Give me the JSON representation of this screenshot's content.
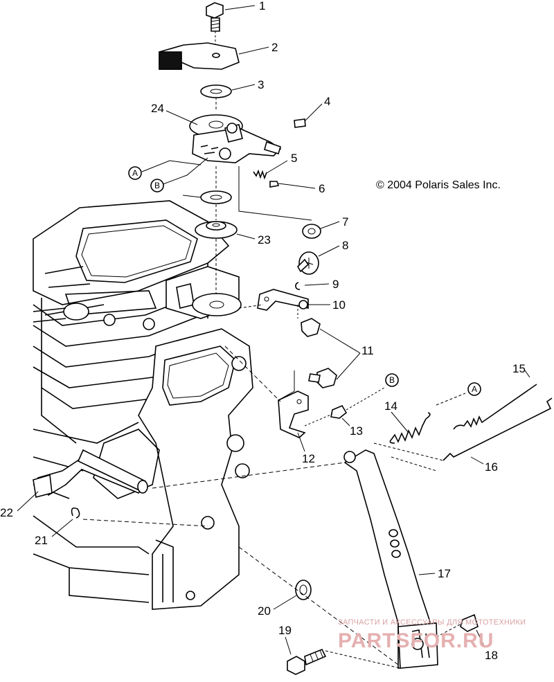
{
  "copyright": "© 2004 Polaris Sales Inc.",
  "watermark": {
    "line1": "ЗАПЧАСТИ И АКСЕССУАРЫ ДЛЯ МОТОТЕХНИКИ",
    "line2": "PARTSFOR.RU"
  },
  "callouts": [
    "1",
    "2",
    "3",
    "4",
    "5",
    "6",
    "7",
    "8",
    "9",
    "10",
    "11",
    "12",
    "13",
    "14",
    "15",
    "16",
    "17",
    "18",
    "19",
    "20",
    "21",
    "22",
    "23",
    "24"
  ],
  "refs": {
    "a": "A",
    "b": "B"
  },
  "colors": {
    "line": "#000000",
    "watermark": "#e5b0b0"
  }
}
